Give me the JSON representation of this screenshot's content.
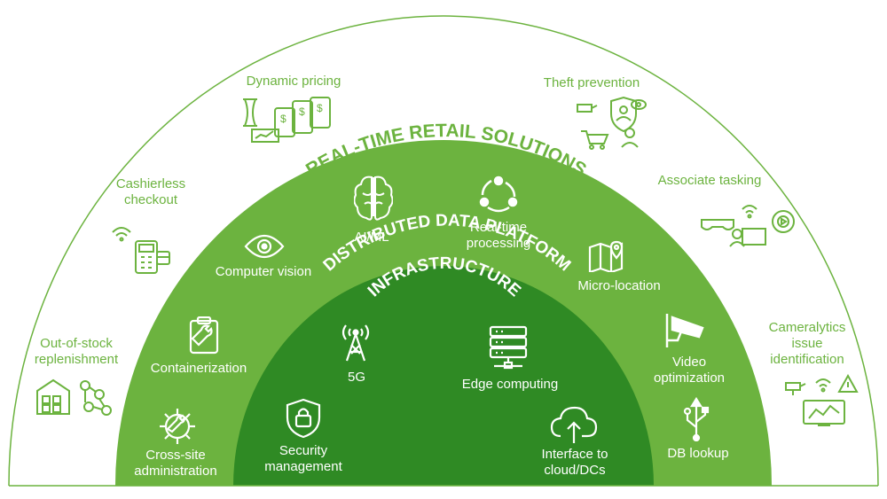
{
  "colors": {
    "light_green": "#6cb33f",
    "mid_green": "#52a62c",
    "dark_green": "#2f8a24",
    "white": "#ffffff"
  },
  "layers": {
    "outer_title": "REAL-TIME RETAIL SOLUTIONS",
    "middle_title": "DISTRIBUTED DATA PLATFORM",
    "inner_title": "INFRASTRUCTURE"
  },
  "outer_items": {
    "dynamic_pricing": "Dynamic pricing",
    "theft_prevention": "Theft prevention",
    "cashierless_checkout": "Cashierless\ncheckout",
    "associate_tasking": "Associate tasking",
    "out_of_stock": "Out-of-stock\nreplenishment",
    "cameralytics": "Cameralytics\nissue\nidentification"
  },
  "middle_items": {
    "computer_vision": "Computer vision",
    "ai_ml": "AI/ML",
    "realtime": "Real-time\nprocessing",
    "micro_location": "Micro-location",
    "containerization": "Containerization",
    "video_optimization": "Video\noptimization",
    "cross_site": "Cross-site\nadministration",
    "db_lookup": "DB lookup"
  },
  "inner_items": {
    "five_g": "5G",
    "edge_computing": "Edge computing",
    "security": "Security\nmanagement",
    "interface_cloud": "Interface to\ncloud/DCs"
  }
}
